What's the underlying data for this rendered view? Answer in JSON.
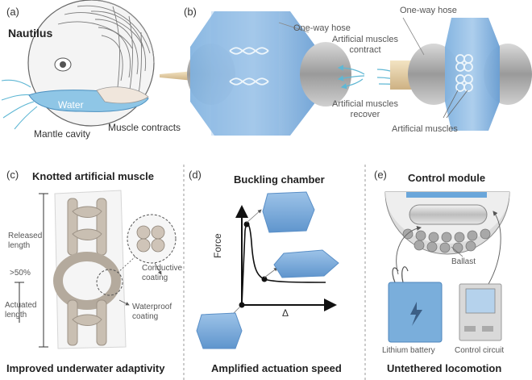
{
  "panels": {
    "a": {
      "label": "(a)",
      "title": "Nautilus",
      "water": "Water",
      "mantle": "Mantle cavity",
      "muscle": "Muscle contracts"
    },
    "b": {
      "label": "(b)",
      "hose_left": "One-way hose",
      "hose_right": "One-way hose",
      "contract_line1": "Artificial muscles",
      "contract_line2": "contract",
      "recover_line1": "Artificial muscles",
      "recover_line2": "recover",
      "muscles": "Artificial muscles"
    },
    "c": {
      "label": "(c)",
      "title": "Knotted artificial muscle",
      "released_line1": "Released",
      "released_line2": "length",
      "percent": ">50%",
      "actuated_line1": "Actuated",
      "actuated_line2": "length",
      "conductive_line1": "Conductive",
      "conductive_line2": "coating",
      "waterproof_line1": "Waterproof",
      "waterproof_line2": "coating",
      "footer": "Improved underwater adaptivity"
    },
    "d": {
      "label": "(d)",
      "title": "Buckling chamber",
      "force": "Force",
      "delta": "Δ",
      "footer": "Amplified actuation speed"
    },
    "e": {
      "label": "(e)",
      "title": "Control module",
      "ballast": "Ballast",
      "battery": "Lithium battery",
      "circuit": "Control circuit",
      "footer": "Untethered locomotion"
    }
  },
  "colors": {
    "water_blue": "#7bbde0",
    "chamber_blue": "#6aa6da",
    "shell_gray": "#b7b7b7",
    "muscle_beige": "#c9bfb2",
    "arrow_cyan": "#5fb7d4",
    "hose_tan": "#e6d2a8"
  }
}
